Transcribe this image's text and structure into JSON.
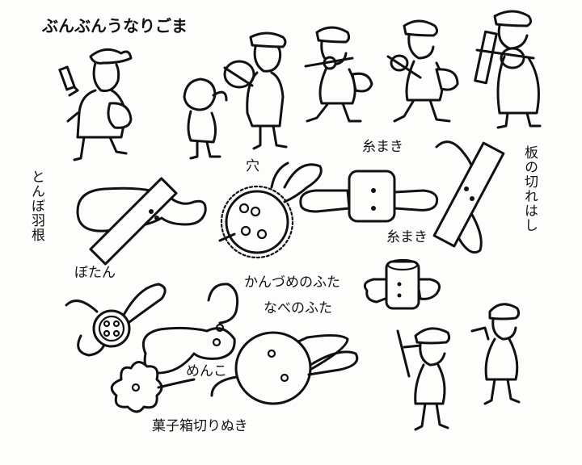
{
  "title": "ぶんぶんうなりごま",
  "labels": {
    "tombo_hane": "とんぼ羽根",
    "ana": "穴",
    "itomaki_1": "糸まき",
    "itomaki_2": "糸まき",
    "ita_no_kirehashi": "板の切れはし",
    "botan": "ぼたん",
    "kanzume_no_futa": "かんづめのふた",
    "nabe_no_futa": "なべのふた",
    "menko": "めんこ",
    "kashibako_kirinuki": "菓子箱切りぬき"
  },
  "icons": {
    "figures": [
      "child-figure-icon",
      "toddler-figure-icon",
      "running-child-icon"
    ],
    "items": [
      "spinning-top-icon",
      "button-icon",
      "lid-icon",
      "flower-cutout-icon"
    ]
  }
}
